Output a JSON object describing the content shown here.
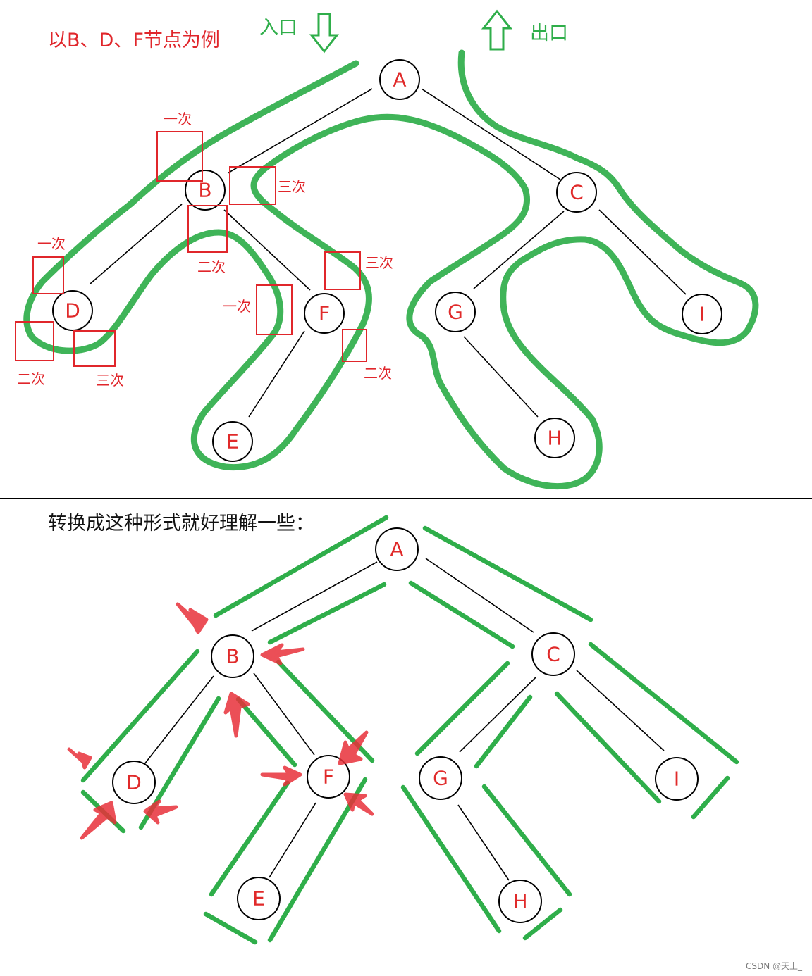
{
  "top_note": "以B、D、F节点为例",
  "entrance_label": "入口",
  "exit_label": "出口",
  "nodes": {
    "A": "A",
    "B": "B",
    "C": "C",
    "D": "D",
    "E": "E",
    "F": "F",
    "G": "G",
    "H": "H",
    "I": "I"
  },
  "visit_marks": [
    {
      "id": "b-first",
      "label": "一次"
    },
    {
      "id": "b-second",
      "label": "二次"
    },
    {
      "id": "b-third",
      "label": "三次"
    },
    {
      "id": "d-first",
      "label": "一次"
    },
    {
      "id": "d-second",
      "label": "二次"
    },
    {
      "id": "d-third",
      "label": "三次"
    },
    {
      "id": "f-first",
      "label": "一次"
    },
    {
      "id": "f-second",
      "label": "二次"
    },
    {
      "id": "f-third",
      "label": "三次"
    }
  ],
  "subtitle": "转换成这种形式就好理解一些：",
  "watermark": "CSDN @天上_",
  "colors": {
    "trail_green": "#2fae4a",
    "mark_red": "#e0262b",
    "node_label_red": "#e02a2a"
  },
  "icons": {
    "entrance": "down-arrow-outline-icon",
    "exit": "up-arrow-outline-icon",
    "visit_pointer": "red-arrow-icon"
  }
}
